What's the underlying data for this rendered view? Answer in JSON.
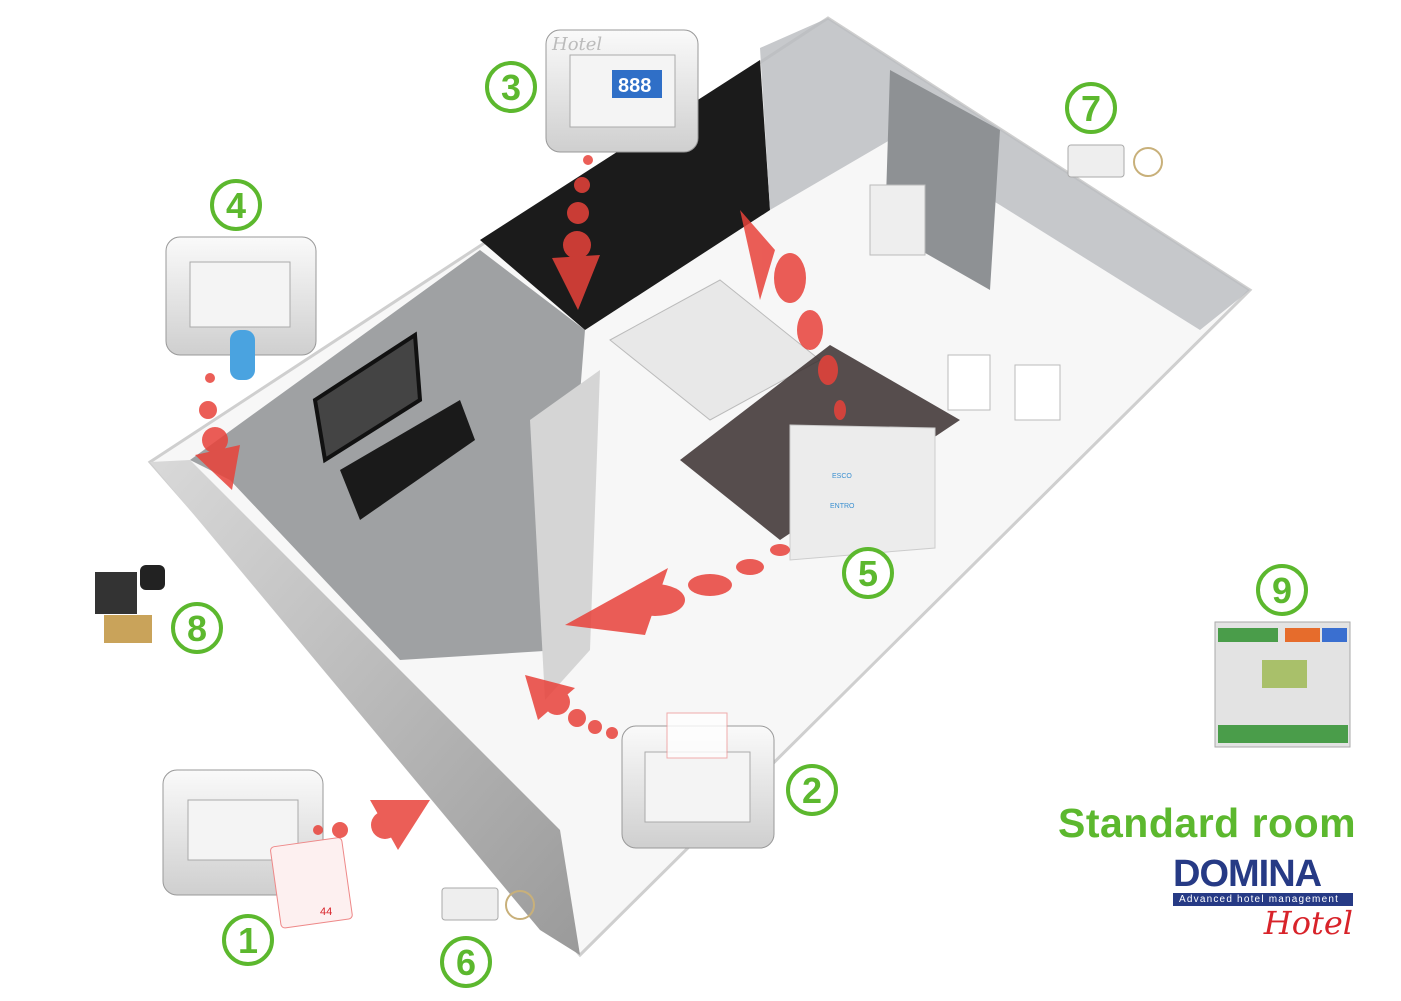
{
  "title": "Standard room",
  "logo": {
    "brand": "DOMINA",
    "tagline": "Advanced hotel management",
    "sub": "Hotel"
  },
  "colors": {
    "green": "#5cb82e",
    "arrow": "#e8423a",
    "navy": "#263a85",
    "red": "#d8232a"
  },
  "markers": [
    "1",
    "2",
    "3",
    "4",
    "5",
    "6",
    "7",
    "8",
    "9"
  ],
  "devices": {
    "thermostat_display": "888",
    "frame_brand": "Hotel",
    "panel_exit": "ESCO",
    "panel_enter": "ENTRO",
    "card_number": "44"
  }
}
